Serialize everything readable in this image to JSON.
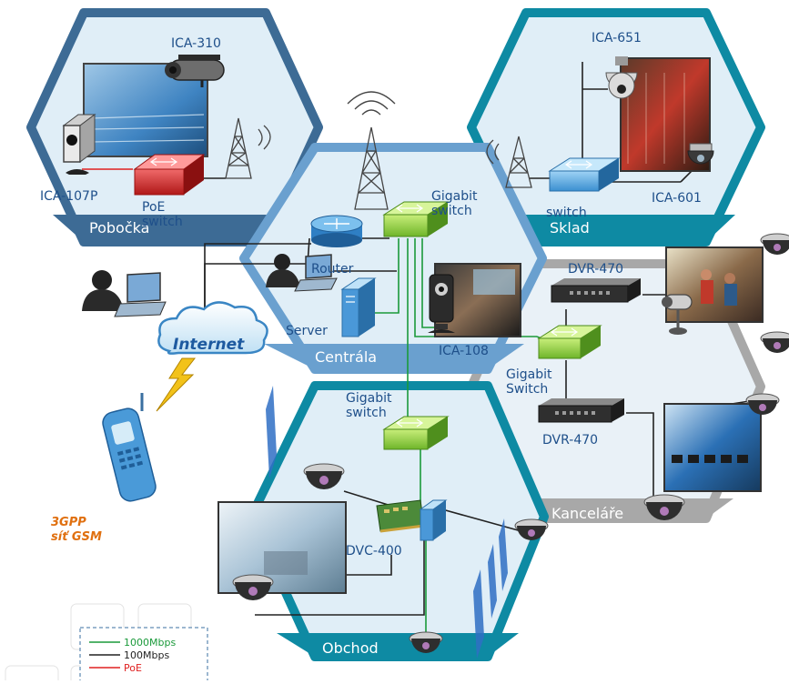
{
  "zones": {
    "pobocka": "Pobočka",
    "sklad": "Sklad",
    "centrala": "Centrála",
    "kancelare": "Kanceláře",
    "obchod": "Obchod"
  },
  "devices": {
    "ica310": "ICA-310",
    "ica107p": "ICA-107P",
    "poe_switch_1": "PoE",
    "poe_switch_2": "switch",
    "ica651": "ICA-651",
    "ica601": "ICA-601",
    "sklad_switch": "switch",
    "gigabit_switch_c1": "Gigabit",
    "gigabit_switch_c2": "switch",
    "router": "Router",
    "server": "Server",
    "ica108": "ICA-108",
    "dvr470_top": "DVR-470",
    "gigabit_switch_k1": "Gigabit",
    "gigabit_switch_k2": "Switch",
    "dvr470_bottom": "DVR-470",
    "gigabit_switch_o1": "Gigabit",
    "gigabit_switch_o2": "switch",
    "dvc400": "DVC-400",
    "internet": "Internet",
    "gsm_1": "3GPP",
    "gsm_2": "síť GSM"
  },
  "legend": {
    "items": [
      {
        "label": "1000Mbps",
        "color": "#1a9a3a"
      },
      {
        "label": "100Mbps",
        "color": "#222222"
      },
      {
        "label": "PoE",
        "color": "#e02020"
      }
    ]
  },
  "colors": {
    "blue_zone": "#3d6b95",
    "teal_zone": "#0e8aa3",
    "center_zone": "#6aa0cf",
    "gray_zone": "#a8a8a8",
    "fill": "#e0eef7",
    "gbit_line": "#1a9a3a",
    "lan_line": "#222222",
    "poe_line": "#e02020",
    "gsm_text": "#e07010"
  }
}
